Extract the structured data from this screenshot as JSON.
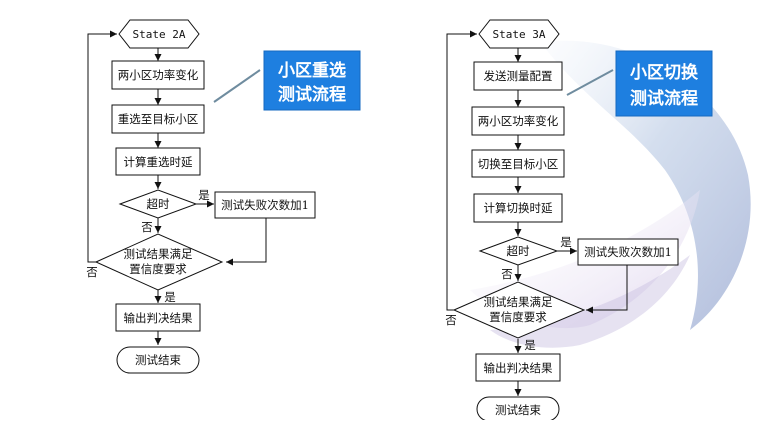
{
  "left": {
    "start": "State 2A",
    "step1": "两小区功率变化",
    "step2": "重选至目标小区",
    "step3": "计算重选时延",
    "timeout": "超时",
    "yes1": "是",
    "fail": "测试失败次数加1",
    "no1": "否",
    "check": [
      "测试结果满足",
      "置信度要求"
    ],
    "no2": "否",
    "yes2": "是",
    "output": "输出判决结果",
    "end": "测试结束",
    "callout": [
      "小区重选",
      "测试流程"
    ]
  },
  "right": {
    "start": "State 3A",
    "step0": "发送测量配置",
    "step1": "两小区功率变化",
    "step2": "切换至目标小区",
    "step3": "计算切换时延",
    "timeout": "超时",
    "yes1": "是",
    "fail": "测试失败次数加1",
    "no1": "否",
    "check": [
      "测试结果满足",
      "置信度要求"
    ],
    "no2": "否",
    "yes2": "是",
    "output": "输出判决结果",
    "end": "测试结束",
    "callout": [
      "小区切换",
      "测试流程"
    ]
  },
  "colors": {
    "callout": "#1e7fe0",
    "line": "#111111"
  }
}
